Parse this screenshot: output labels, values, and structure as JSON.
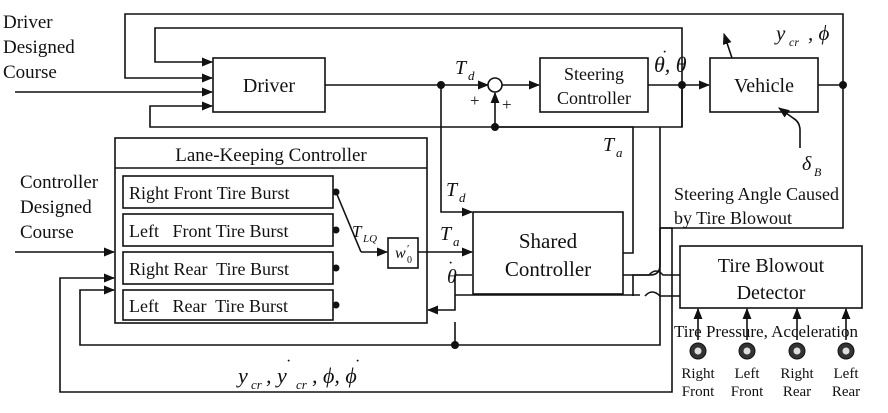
{
  "inputs": {
    "driver_course": [
      "Driver",
      "Designed",
      "Course"
    ],
    "controller_course": [
      "Controller",
      "Designed",
      "Course"
    ]
  },
  "blocks": {
    "driver": "Driver",
    "steering_controller": [
      "Steering",
      "Controller"
    ],
    "vehicle": "Vehicle",
    "shared_controller": [
      "Shared",
      "Controller"
    ],
    "tire_blowout_detector": [
      "Tire Blowout",
      "Detector"
    ],
    "gain": "w",
    "lane_keeping": {
      "title": "Lane-Keeping Controller",
      "items": [
        "Right Front Tire Burst",
        "Left   Front Tire Burst",
        "Right Rear  Tire Burst",
        "Left   Rear  Tire Burst"
      ]
    }
  },
  "signals": {
    "td": "T",
    "ta": "T",
    "tlq": "T",
    "theta_dot_theta": "θ, θ",
    "ycr_phi": "y",
    "theta_dot": "θ",
    "delta_b": "δ",
    "plus": "+"
  },
  "notes": {
    "steering_angle": [
      "Steering Angle Caused",
      "by Tire Blowout"
    ],
    "sensors_caption": "Tire Pressure, Acceleration",
    "feedback_label": "y"
  },
  "sensors": [
    {
      "line1": "Right",
      "line2": "Front"
    },
    {
      "line1": "Left",
      "line2": "Front"
    },
    {
      "line1": "Right",
      "line2": "Rear"
    },
    {
      "line1": "Left",
      "line2": "Rear"
    }
  ]
}
